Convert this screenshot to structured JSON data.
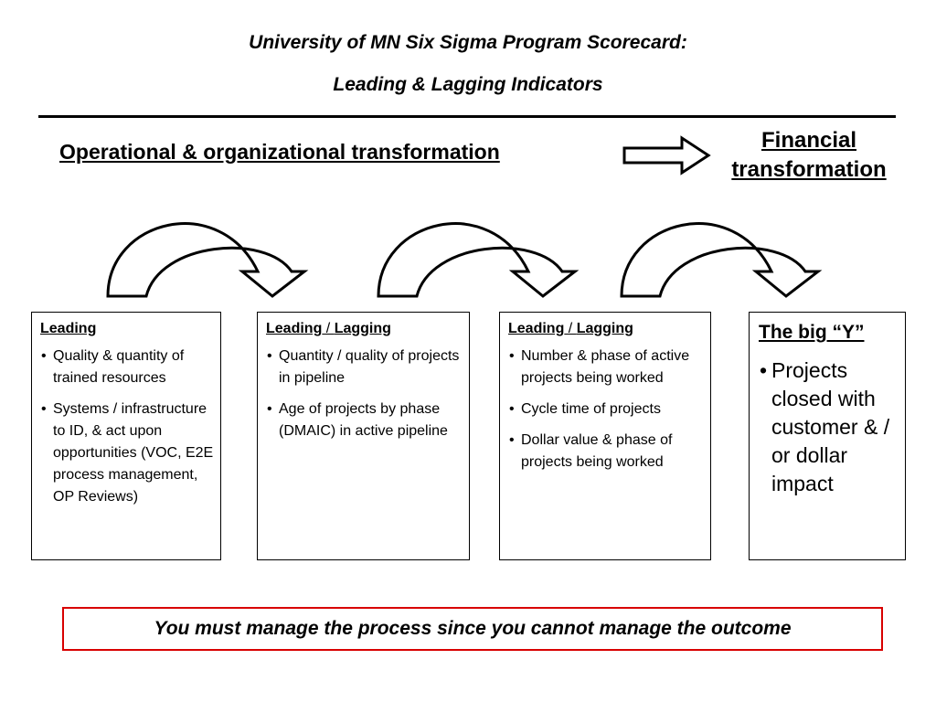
{
  "title": {
    "line1": "University of MN Six Sigma Program Scorecard:",
    "line2": "Leading & Lagging Indicators"
  },
  "header": {
    "operational": "Operational  & organizational transformation",
    "financial_line1": "Financial",
    "financial_line2": "transformation"
  },
  "boxes": [
    {
      "head_a": "Leading",
      "items": [
        "Quality & quantity of trained resources",
        "Systems / infrastructure to ID, & act upon opportunities (VOC, E2E process management, OP Reviews)"
      ]
    },
    {
      "head_a": "Leading",
      "head_sep": " / ",
      "head_b": "Lagging",
      "items": [
        "Quantity / quality of projects in pipeline",
        "Age of projects by phase (DMAIC) in active pipeline"
      ]
    },
    {
      "head_a": "Leading",
      "head_sep": " / ",
      "head_b": "Lagging",
      "items": [
        "Number & phase of active projects being worked",
        "Cycle time of projects",
        "Dollar value & phase of projects being worked"
      ]
    },
    {
      "head_a": "The big “Y”",
      "items": [
        "Projects closed with customer & / or dollar impact"
      ]
    }
  ],
  "footer": {
    "text": "You must manage the process since you cannot manage the outcome"
  },
  "colors": {
    "footer_border": "#d80000",
    "line": "#000000"
  }
}
